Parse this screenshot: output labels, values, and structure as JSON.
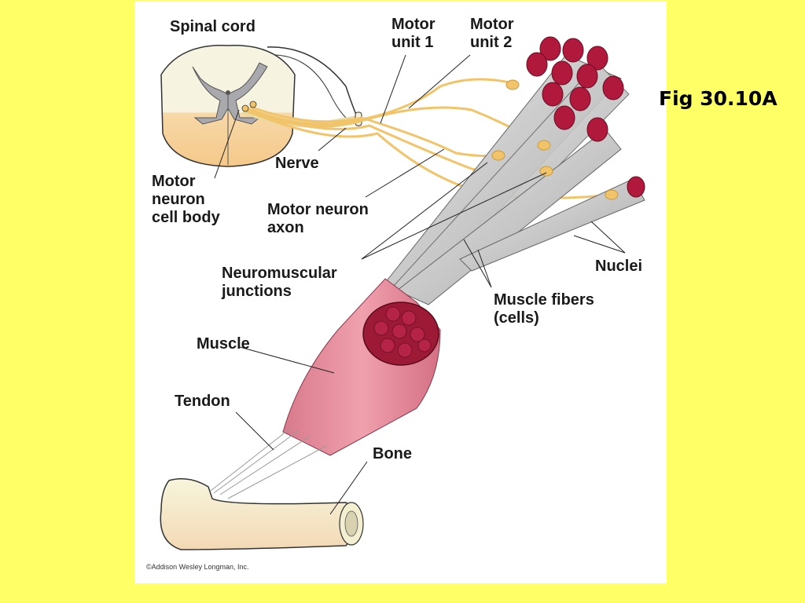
{
  "figure": {
    "title": "Fig 30.10A",
    "copyright": "©Addison Wesley Longman, Inc.",
    "colors": {
      "slide_background": "#ffff66",
      "panel": "#ffffff",
      "axon": "#f2c46a",
      "fiber_end": "#b0183c",
      "muscle": "#e8899a",
      "bone": "#f5f2d6",
      "spinal_cord": "#f3f1dc",
      "gray_matter": "#a9a9ad"
    }
  },
  "labels": {
    "spinal_cord": "Spinal cord",
    "motor_unit_1": "Motor\nunit 1",
    "motor_unit_2": "Motor\nunit 2",
    "nerve": "Nerve",
    "motor_neuron_cell_body": "Motor\nneuron\ncell body",
    "motor_neuron_axon": "Motor neuron\naxon",
    "neuromuscular_junctions": "Neuromuscular\njunctions",
    "nuclei": "Nuclei",
    "muscle_fibers": "Muscle fibers\n(cells)",
    "muscle": "Muscle",
    "tendon": "Tendon",
    "bone": "Bone"
  }
}
